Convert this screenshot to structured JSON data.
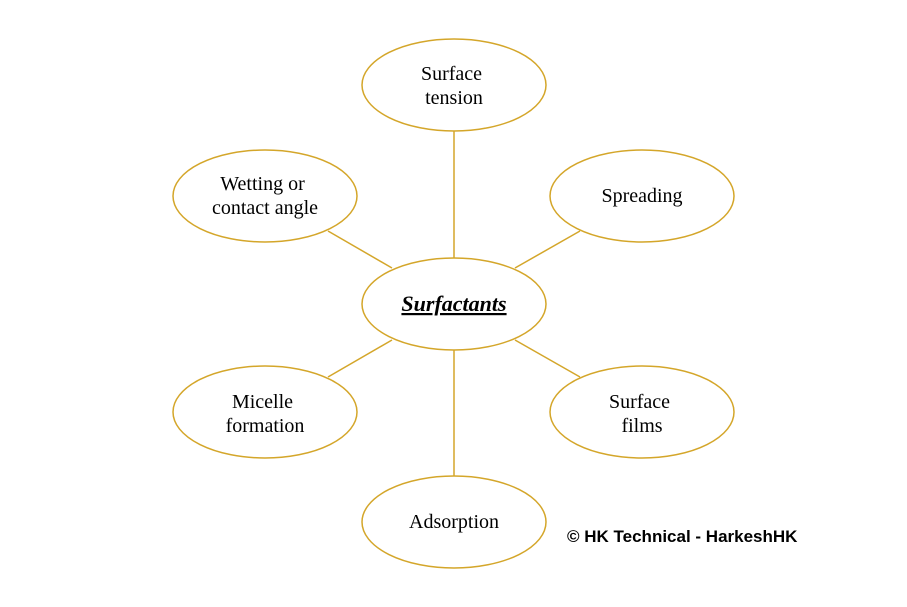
{
  "diagram": {
    "center": {
      "id": "surfactants",
      "label": "Surfactants"
    },
    "nodes": [
      {
        "id": "surface-tension",
        "lines": [
          "Surface",
          "tension"
        ]
      },
      {
        "id": "spreading",
        "lines": [
          "Spreading"
        ]
      },
      {
        "id": "surface-films",
        "lines": [
          "Surface",
          "films"
        ]
      },
      {
        "id": "adsorption",
        "lines": [
          "Adsorption"
        ]
      },
      {
        "id": "micelle-formation",
        "lines": [
          "Micelle",
          "formation"
        ]
      },
      {
        "id": "wetting-contact-angle",
        "lines": [
          "Wetting or",
          "contact angle"
        ]
      }
    ],
    "edges": [
      [
        "surfactants",
        "surface-tension"
      ],
      [
        "surfactants",
        "spreading"
      ],
      [
        "surfactants",
        "surface-films"
      ],
      [
        "surfactants",
        "adsorption"
      ],
      [
        "surfactants",
        "micelle-formation"
      ],
      [
        "surfactants",
        "wetting-contact-angle"
      ]
    ]
  },
  "colors": {
    "outline": "#d4a62a",
    "text": "#000000",
    "background": "#ffffff"
  },
  "copyright": "© HK Technical - HarkeshHK"
}
